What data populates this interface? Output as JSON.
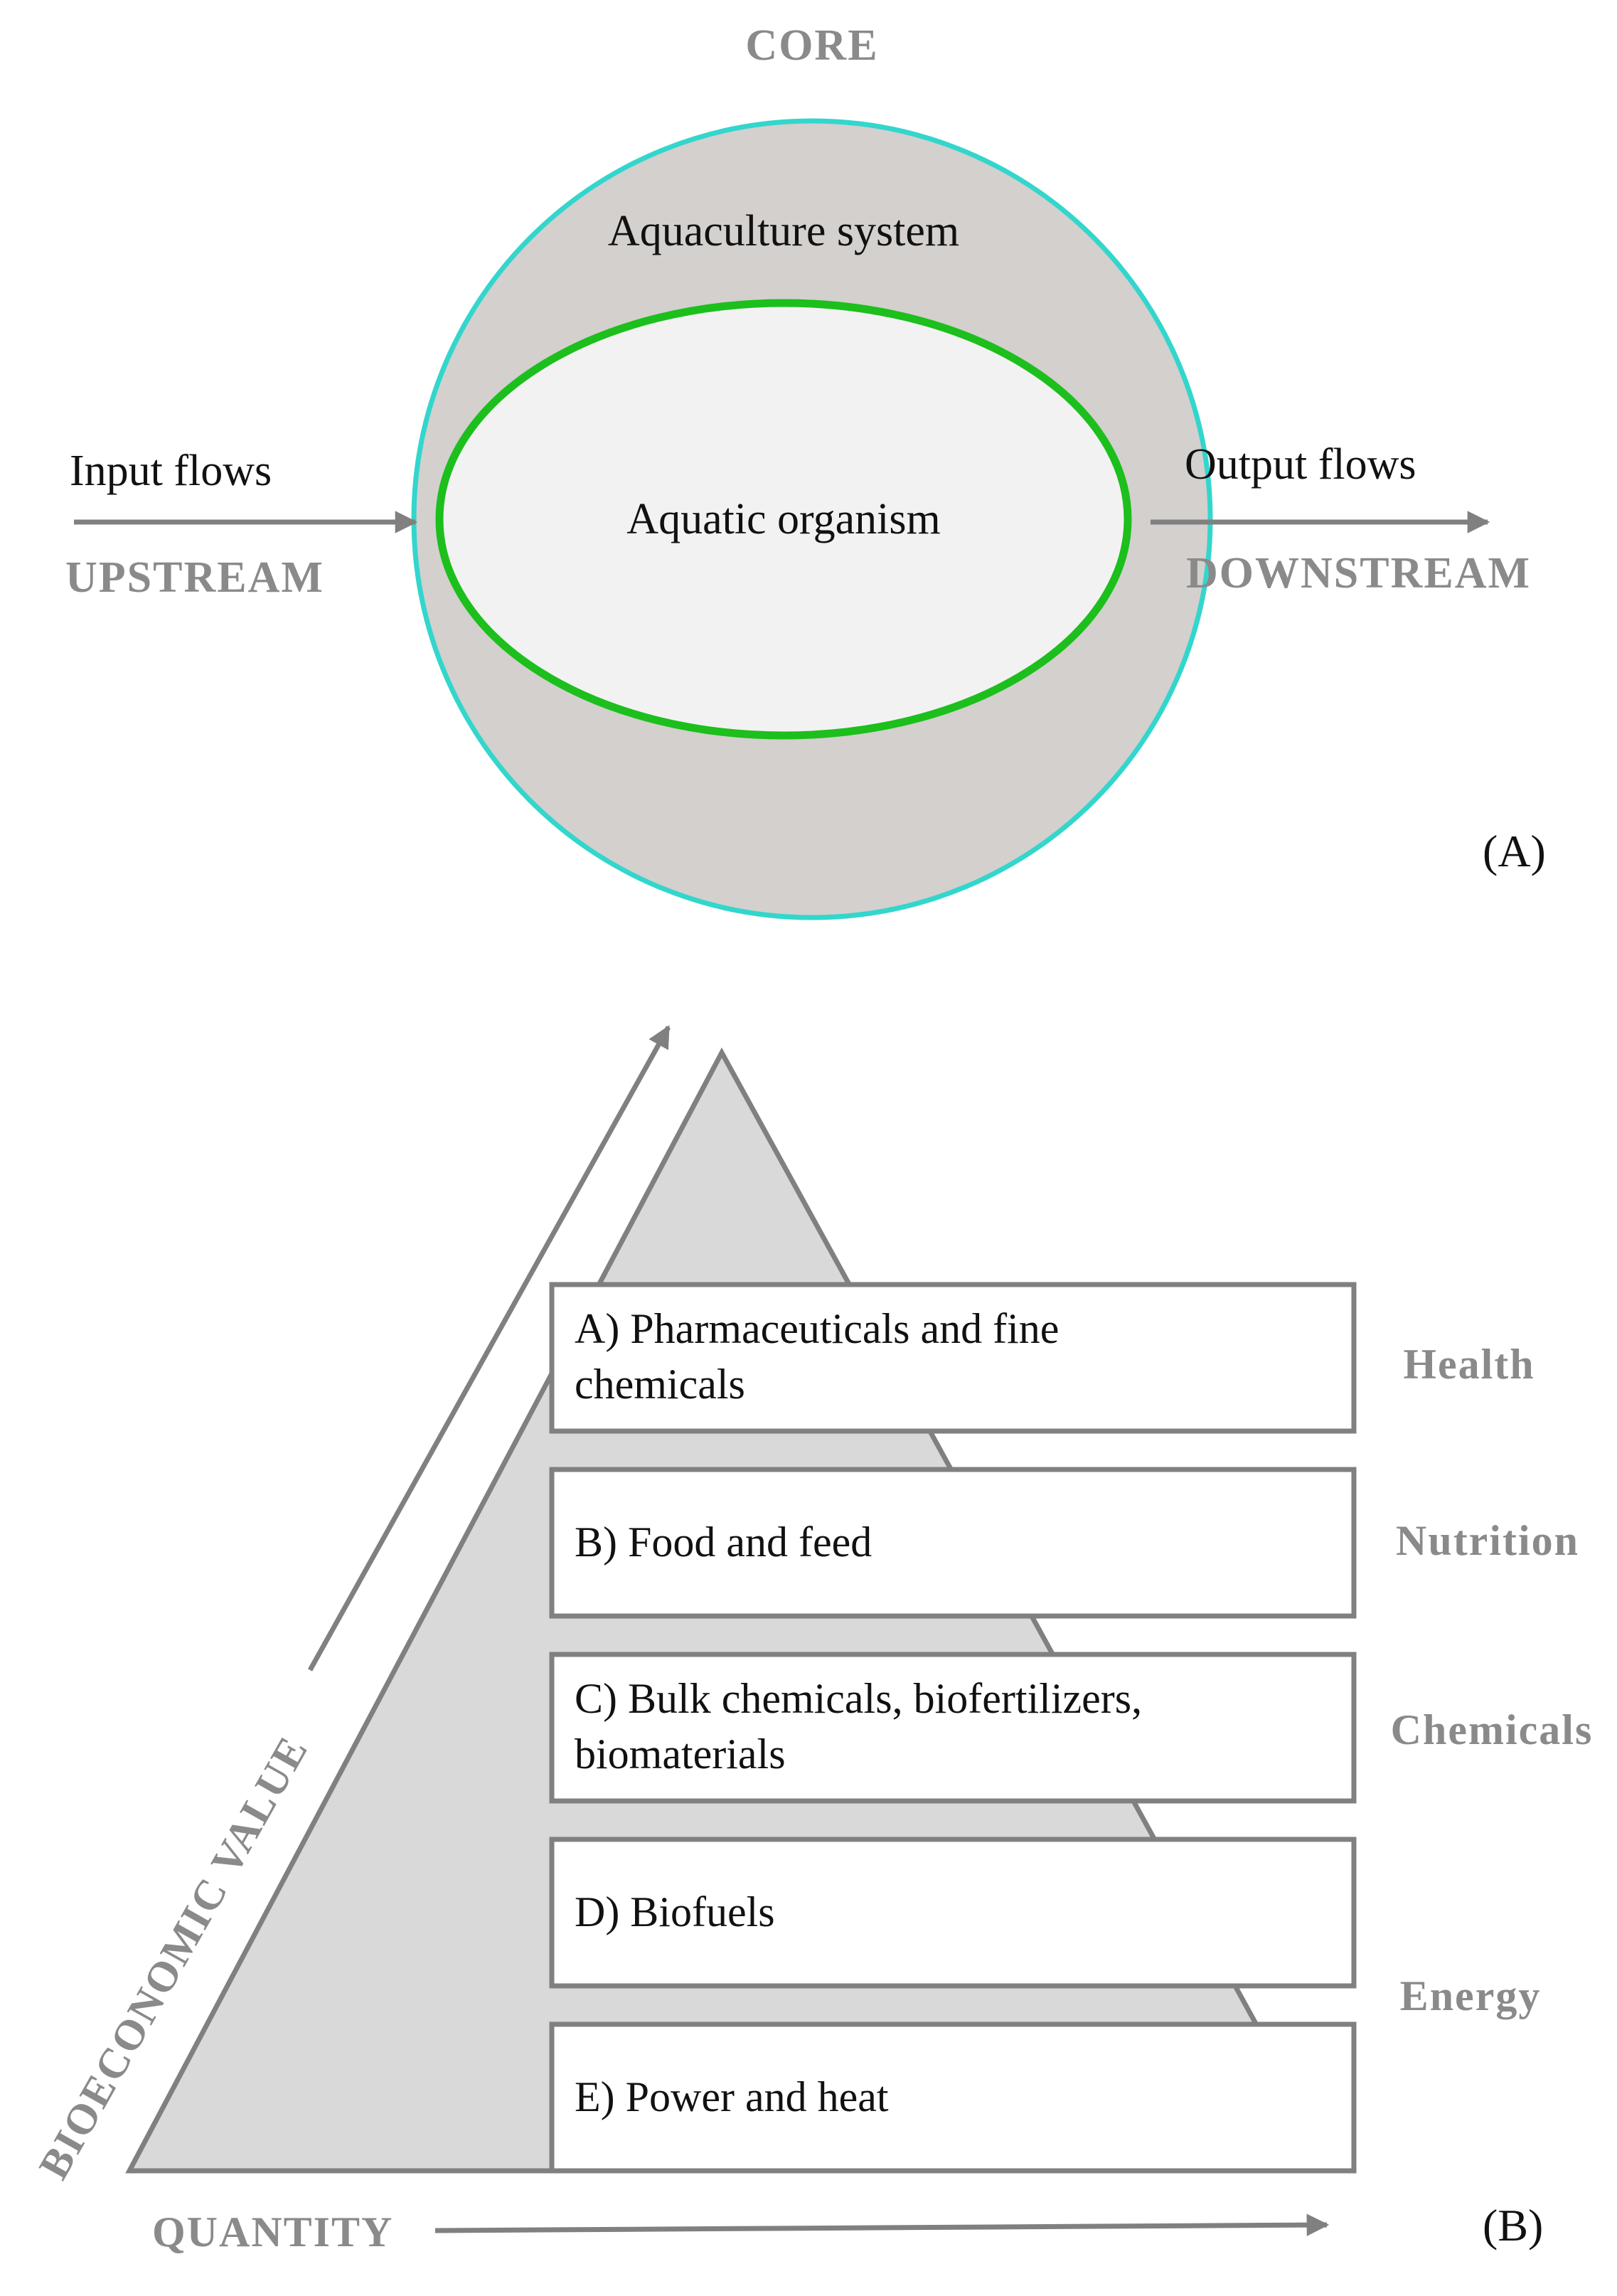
{
  "panel_a": {
    "core_label": "CORE",
    "system_label": "Aquaculture system",
    "organism_label": "Aquatic organism",
    "input_label": "Input flows",
    "output_label": "Output flows",
    "upstream_label": "UPSTREAM",
    "downstream_label": "DOWNSTREAM",
    "panel_tag": "(A)",
    "colors": {
      "system_fill": "#d3d0ce",
      "system_outline": "#33d6cc",
      "organism_fill": "#f2f2f2",
      "organism_outline": "#1cbf1c",
      "arrow": "#808080"
    }
  },
  "panel_b": {
    "value_axis_label": "BIOECONOMIC VALUE",
    "quantity_axis_label": "QUANTITY",
    "panel_tag": "(B)",
    "tiers": [
      {
        "line1": "A) Pharmaceuticals and fine",
        "line2": "chemicals"
      },
      {
        "line1": "B) Food and feed",
        "line2": ""
      },
      {
        "line1": "C) Bulk chemicals, biofertilizers,",
        "line2": "biomaterials"
      },
      {
        "line1": "D) Biofuels",
        "line2": ""
      },
      {
        "line1": "E) Power and heat",
        "line2": ""
      }
    ],
    "categories": [
      "Health",
      "Nutrition",
      "Chemicals",
      "Energy"
    ],
    "colors": {
      "pyramid_fill": "#d9d9d9",
      "outline": "#808080",
      "box_fill": "#ffffff"
    }
  }
}
